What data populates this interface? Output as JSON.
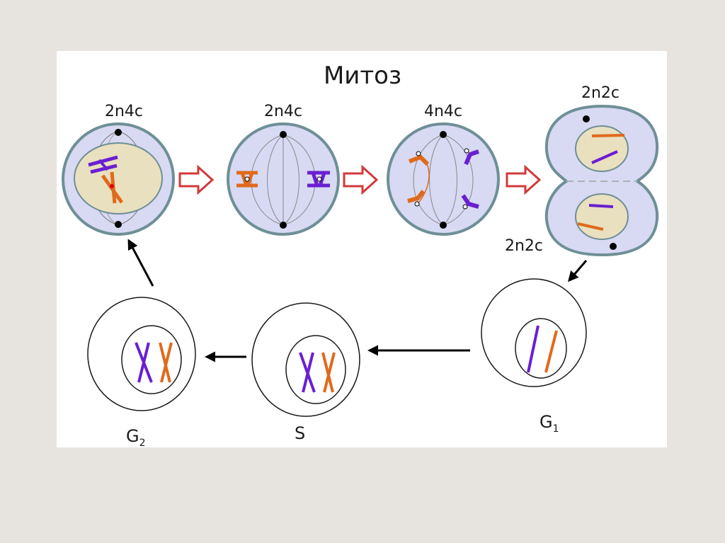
{
  "title": "Митоз",
  "stages": [
    {
      "label": "2n4c"
    },
    {
      "label": "2n4c"
    },
    {
      "label": "4n4c"
    },
    {
      "label": "2n2c"
    },
    {
      "label": "2n2c"
    }
  ],
  "interphase": [
    {
      "label": "G",
      "sub": "1"
    },
    {
      "label": "S",
      "sub": ""
    },
    {
      "label": "G",
      "sub": "2"
    }
  ],
  "colors": {
    "cytoplasm": "#d8d9f3",
    "membrane": "#6e8f96",
    "nucleus": "#e9e0bf",
    "purple": "#6a1fd0",
    "orange": "#e06a1b",
    "arrow_red": "#d23a3a"
  }
}
